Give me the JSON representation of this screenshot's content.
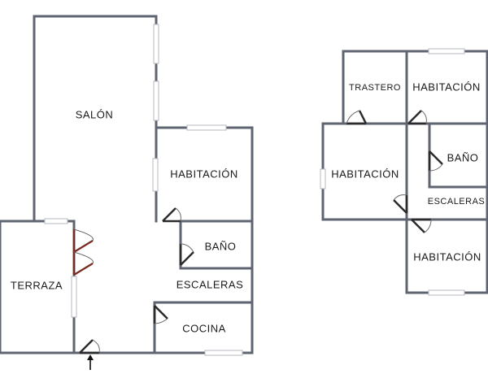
{
  "floor_plan": {
    "ground_floor": {
      "rooms": {
        "salon": "SALÓN",
        "habitacion": "HABITACIÓN",
        "bano": "BAÑO",
        "escaleras": "ESCALERAS",
        "terraza": "TERRAZA",
        "cocina": "COCINA"
      },
      "entrance_marker": "up-arrow-icon"
    },
    "upper_floor": {
      "rooms": {
        "trastero": "TRASTERO",
        "habitacion_top": "HABITACIÓN",
        "habitacion_left": "HABITACIÓN",
        "bano": "BAÑO",
        "escaleras": "ESCALERAS",
        "habitacion_bottom": "HABITACIÓN"
      }
    },
    "colors": {
      "wall": "#5e6470",
      "door_leaf": "#2b2b2b",
      "french_door": "#7a2a20",
      "window": "#b5b9bf",
      "background": "#ffffff"
    }
  }
}
